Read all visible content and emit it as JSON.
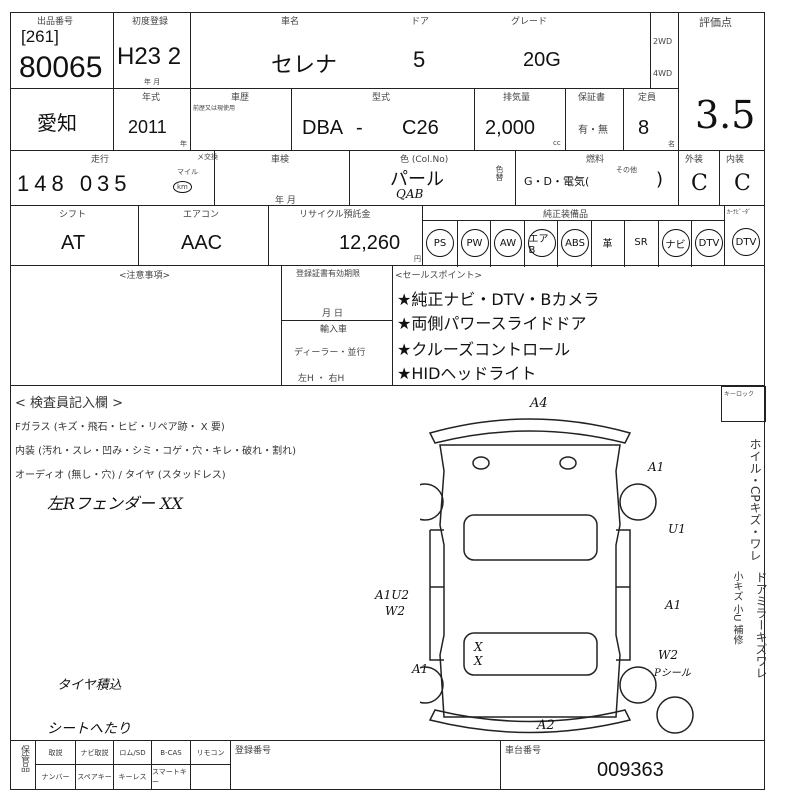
{
  "header": {
    "lot_label": "出品番号",
    "lot_sub": "[261]",
    "lot_no": "80065",
    "year_label": "初度登録",
    "year_value": "H23 2",
    "year_unit": "年 月",
    "name_label": "車名",
    "name_value": "セレナ",
    "door_label": "ドア",
    "door_value": "5",
    "grade_label": "グレード",
    "grade_value": "20G",
    "drive_2wd": "2WD",
    "drive_4wd": "4WD",
    "score_label": "評価点",
    "score_value": "3.5"
  },
  "row2": {
    "region": "愛知",
    "model_year_label": "年式",
    "model_year_value": "2011",
    "model_year_unit": "年",
    "history_label": "車歴",
    "history_sub": "前歴又は現使用",
    "type_label": "型式",
    "type_prefix": "DBA",
    "type_dash": "-",
    "type_value": "C26",
    "cc_label": "排気量",
    "cc_value": "2,000",
    "cc_unit": "cc",
    "warranty_label": "保証書",
    "warranty_value": "有・無",
    "capacity_label": "定員",
    "capacity_value": "8",
    "capacity_unit": "名"
  },
  "row3": {
    "mileage_label": "走行",
    "mileage_value": "148 035",
    "mileage_unit_mile": "マイル",
    "mileage_unit_km": "km",
    "meter_label": "メ交換",
    "inspection_label": "車検",
    "inspection_unit": "年 月",
    "color_label": "色 (Col.No)",
    "color_value": "パール",
    "color_code": "QAB",
    "color_change": "色替",
    "fuel_label": "燃料",
    "fuel_other": "その他",
    "fuel_value": "G・D・電気(",
    "fuel_close": ")",
    "exterior_label": "外装",
    "exterior_value": "C",
    "interior_label": "内装",
    "interior_value": "C"
  },
  "row4": {
    "shift_label": "シフト",
    "shift_value": "AT",
    "ac_label": "エアコン",
    "ac_value": "AAC",
    "recycle_label": "リサイクル預託金",
    "recycle_value": "12,260",
    "recycle_unit": "円",
    "equipment_label": "純正装備品",
    "equipment": [
      {
        "label": "PS",
        "on": true
      },
      {
        "label": "PW",
        "on": true
      },
      {
        "label": "AW",
        "on": true
      },
      {
        "label": "エアB",
        "on": true
      },
      {
        "label": "ABS",
        "on": true
      },
      {
        "label": "革",
        "on": false
      },
      {
        "label": "SR",
        "on": false
      },
      {
        "label": "ナビ",
        "on": true
      },
      {
        "label": "DTV",
        "on": true
      }
    ],
    "carnavi_label": "ｶｰﾅﾋﾞｰﾀﾞ"
  },
  "row5": {
    "caution_label": "<注意事項>",
    "reg_label": "登録証書有効期限",
    "reg_unit": "月 日",
    "import_label": "輸入車",
    "import_dealer": "ディーラー・並行",
    "import_hand": "左H ・ 右H",
    "sales_label": "<セールスポイント>",
    "sales_points": [
      "★純正ナビ・DTV・Bカメラ",
      "★両側パワースライドドア",
      "★クルーズコントロール",
      "★HIDヘッドライト"
    ]
  },
  "inspector": {
    "title": "< 検査員記入欄 >",
    "lines": [
      "Fガラス (キズ・飛石・ヒビ・リペア跡・ X 要)",
      "内装 (汚れ・スレ・凹み・シミ・コゲ・穴・キレ・破れ・割れ)",
      "オーディオ (無し・穴) / タイヤ (スタッドレス)"
    ],
    "notes": [
      "左Rフェンダー XX",
      "タイヤ積込",
      "シートへたり"
    ]
  },
  "diagram": {
    "marks": [
      "A4",
      "A1",
      "U1",
      "A1U2",
      "W2",
      "A1",
      "A1",
      "W2",
      "Pシール",
      "A2",
      "X",
      "X"
    ]
  },
  "right_column": {
    "keyless_label": "キーロック",
    "wheel_text": "ホイル・CPキズ・ワレ",
    "mirror_text": "ドアミラーキズワレ",
    "small_text": "小キズ 小U 補修"
  },
  "footer": {
    "storage_label": "保管品",
    "items_top": [
      "取説",
      "ナビ取説",
      "ロム/SD",
      "B-CAS",
      "リモコン"
    ],
    "items_bottom": [
      "ナンバー",
      "スペアキー",
      "キーレス",
      "スマートキー",
      ""
    ],
    "reg_no_label": "登録番号",
    "chassis_label": "車台番号",
    "chassis_value": "009363"
  }
}
